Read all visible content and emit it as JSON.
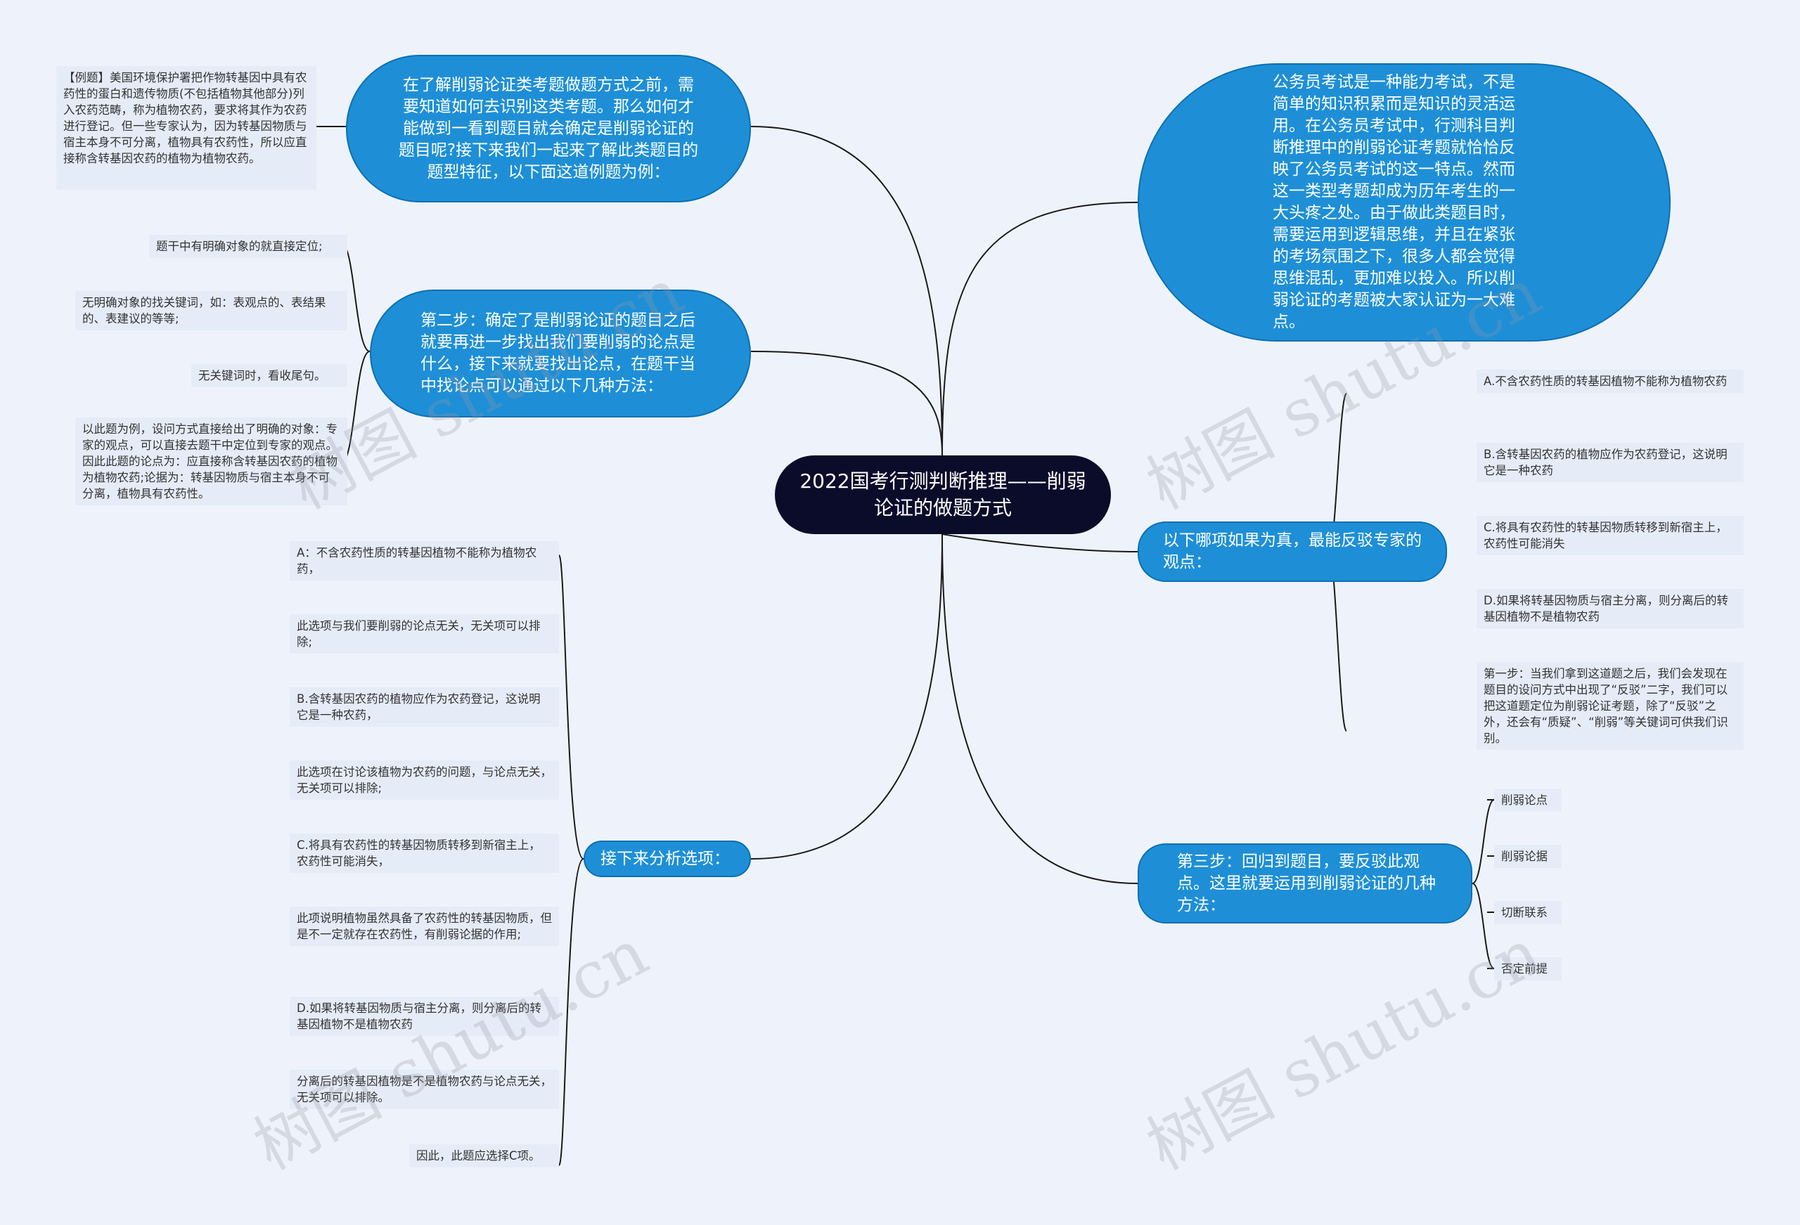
{
  "root": {
    "title": "2022国考行测判断推理——削弱论证的做题方式"
  },
  "left": {
    "intro": {
      "text": "在了解削弱论证类考题做题方式之前，需要知道如何去识别这类考题。那么如何才能做到一看到题目就会确定是削弱论证的题目呢?接下来我们一起来了解此类题目的题型特征，以下面这道例题为例：",
      "leaf": "【例题】美国环境保护署把作物转基因中具有农药性的蛋白和遗传物质(不包括植物其他部分)列入农药范畴，称为植物农药，要求将其作为农药进行登记。但一些专家认为，因为转基因物质与宿主本身不可分离，植物具有农药性，所以应直接称含转基因农药的植物为植物农药。"
    },
    "step2": {
      "text": "第二步：确定了是削弱论证的题目之后就要再进一步找出我们要削弱的论点是什么，接下来就要找出论点，在题干当中找论点可以通过以下几种方法：",
      "leaves": [
        "题干中有明确对象的就直接定位;",
        "无明确对象的找关键词，如：表观点的、表结果的、表建议的等等;",
        "无关键词时，看收尾句。",
        "以此题为例，设问方式直接给出了明确的对象：专家的观点，可以直接去题干中定位到专家的观点。因此此题的论点为：应直接称含转基因农药的植物为植物农药;论据为：转基因物质与宿主本身不可分离，植物具有农药性。"
      ]
    },
    "analyze": {
      "text": "接下来分析选项：",
      "leaves": [
        "A：不含农药性质的转基因植物不能称为植物农药，",
        "此选项与我们要削弱的论点无关，无关项可以排除;",
        "B.含转基因农药的植物应作为农药登记，这说明它是一种农药，",
        "此选项在讨论该植物为农药的问题，与论点无关，无关项可以排除;",
        "C.将具有农药性的转基因物质转移到新宿主上，农药性可能消失，",
        "此项说明植物虽然具备了农药性的转基因物质，但是不一定就存在农药性，有削弱论据的作用;",
        "D.如果将转基因物质与宿主分离，则分离后的转基因植物不是植物农药",
        "分离后的转基因植物是不是植物农药与论点无关，无关项可以排除。",
        "因此，此题应选择C项。"
      ]
    }
  },
  "right": {
    "intro": {
      "text": "公务员考试是一种能力考试，不是简单的知识积累而是知识的灵活运用。在公务员考试中，行测科目判断推理中的削弱论证考题就恰恰反映了公务员考试的这一特点。然而这一类型考题却成为历年考生的一大头疼之处。由于做此类题目时，需要运用到逻辑思维，并且在紧张的考场氛围之下，很多人都会觉得思维混乱，更加难以投入。所以削弱论证的考题被大家认证为一大难点。"
    },
    "question": {
      "text": "以下哪项如果为真，最能反驳专家的观点：",
      "leaves": [
        "A.不含农药性质的转基因植物不能称为植物农药",
        "B.含转基因农药的植物应作为农药登记，这说明它是一种农药",
        "C.将具有农药性的转基因物质转移到新宿主上，农药性可能消失",
        "D.如果将转基因物质与宿主分离，则分离后的转基因植物不是植物农药",
        "第一步：当我们拿到这道题之后，我们会发现在题目的设问方式中出现了“反驳”二字，我们可以把这道题定位为削弱论证考题，除了“反驳”之外，还会有“质疑”、“削弱”等关键词可供我们识别。"
      ]
    },
    "step3": {
      "text": "第三步：回归到题目，要反驳此观点。这里就要运用到削弱论证的几种方法：",
      "leaves": [
        "削弱论点",
        "削弱论据",
        "切断联系",
        "否定前提"
      ]
    }
  },
  "watermark": "树图 shutu.cn",
  "colors": {
    "root_bg": "#0b0c2a",
    "bubble": "#1e8fd6",
    "leaf_bg": "#e5ecf8",
    "line": "#1a1a1a"
  }
}
